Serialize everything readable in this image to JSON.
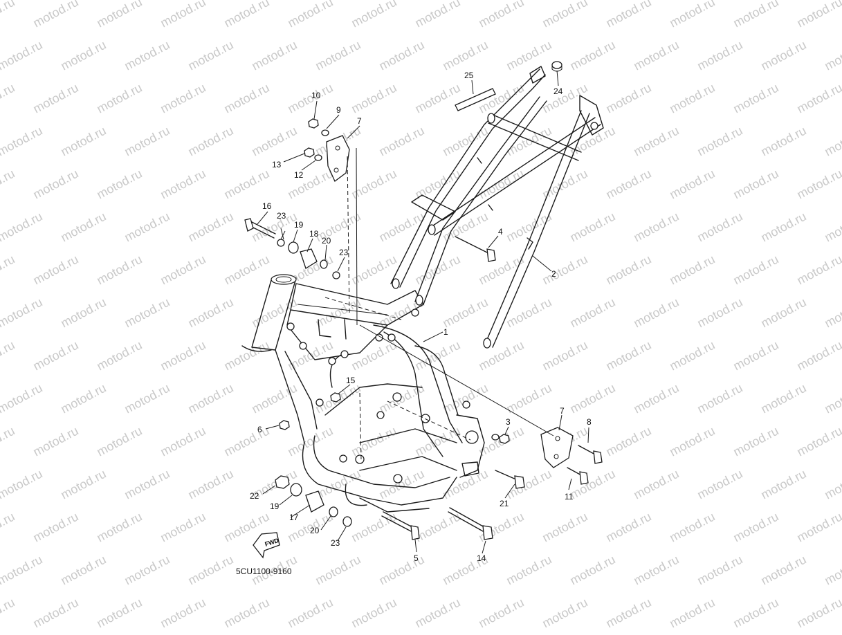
{
  "diagram": {
    "code": "5CU1100-9160",
    "fwd_label": "FWD",
    "watermark": "motod.ru",
    "callouts": [
      {
        "id": "c1",
        "text": "1"
      },
      {
        "id": "c2",
        "text": "2"
      },
      {
        "id": "c3",
        "text": "3"
      },
      {
        "id": "c4",
        "text": "4"
      },
      {
        "id": "c5",
        "text": "5"
      },
      {
        "id": "c6",
        "text": "6"
      },
      {
        "id": "c7a",
        "text": "7"
      },
      {
        "id": "c7b",
        "text": "7"
      },
      {
        "id": "c8",
        "text": "8"
      },
      {
        "id": "c9",
        "text": "9"
      },
      {
        "id": "c10",
        "text": "10"
      },
      {
        "id": "c11",
        "text": "11"
      },
      {
        "id": "c12",
        "text": "12"
      },
      {
        "id": "c13",
        "text": "13"
      },
      {
        "id": "c14",
        "text": "14"
      },
      {
        "id": "c15",
        "text": "15"
      },
      {
        "id": "c16",
        "text": "16"
      },
      {
        "id": "c17",
        "text": "17"
      },
      {
        "id": "c18",
        "text": "18"
      },
      {
        "id": "c19a",
        "text": "19"
      },
      {
        "id": "c19b",
        "text": "19"
      },
      {
        "id": "c20a",
        "text": "20"
      },
      {
        "id": "c20b",
        "text": "20"
      },
      {
        "id": "c21",
        "text": "21"
      },
      {
        "id": "c22",
        "text": "22"
      },
      {
        "id": "c23a",
        "text": "23"
      },
      {
        "id": "c23b",
        "text": "23"
      },
      {
        "id": "c23c",
        "text": "23"
      },
      {
        "id": "c24",
        "text": "24"
      },
      {
        "id": "c25",
        "text": "25"
      }
    ]
  }
}
